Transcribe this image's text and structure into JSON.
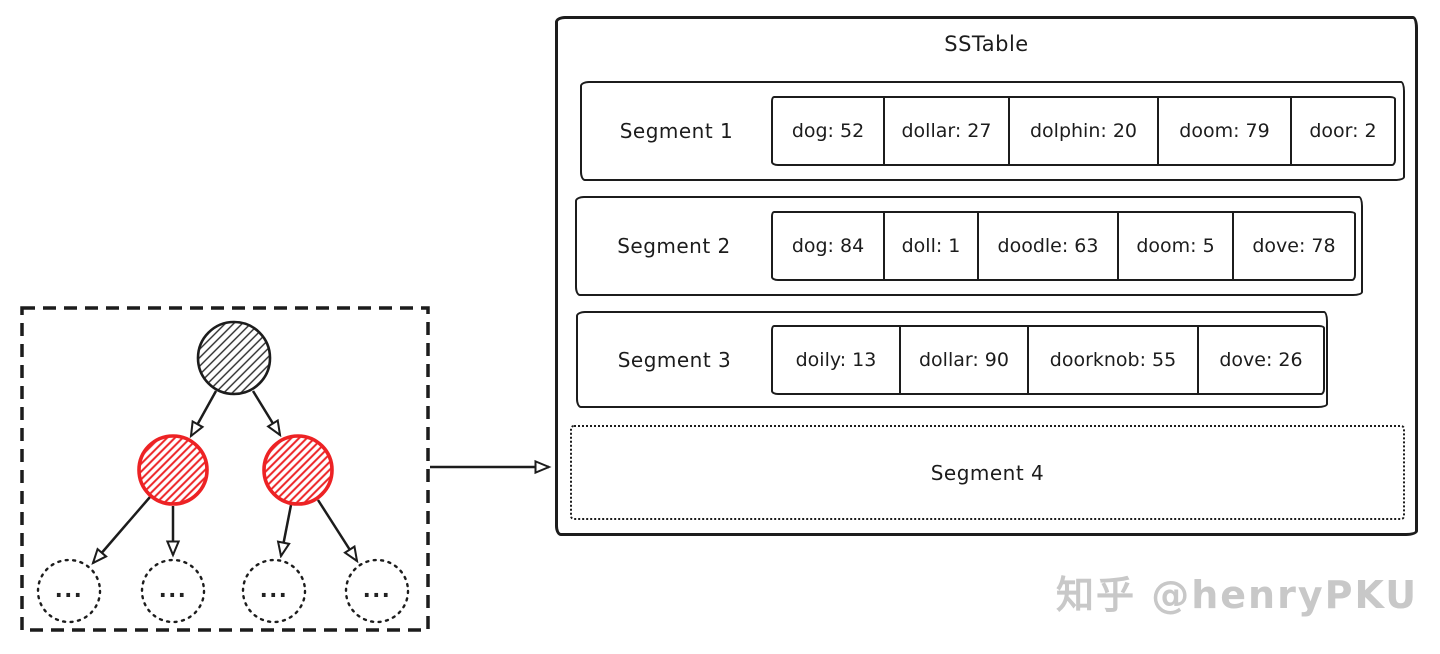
{
  "sstable": {
    "title": "SSTable",
    "segments": [
      {
        "label": "Segment 1",
        "cells": [
          "dog: 52",
          "dollar: 27",
          "dolphin: 20",
          "doom: 79",
          "door: 2"
        ]
      },
      {
        "label": "Segment 2",
        "cells": [
          "dog: 84",
          "doll: 1",
          "doodle: 63",
          "doom: 5",
          "dove: 78"
        ]
      },
      {
        "label": "Segment 3",
        "cells": [
          "doily: 13",
          "dollar: 90",
          "doorknob: 55",
          "dove: 26"
        ]
      },
      {
        "label": "Segment 4",
        "cells": []
      }
    ]
  },
  "tree": {
    "leaf_label": "...",
    "root_node_color": "#1c1c1c",
    "child_node_color": "#ed2224",
    "leaf_node_style": "dotted"
  },
  "watermark": {
    "text": "知乎 @henryPKU",
    "color": "#c8c8c8"
  },
  "colors": {
    "stroke": "#1c1c1c",
    "red": "#ed2224",
    "background": "#ffffff"
  }
}
